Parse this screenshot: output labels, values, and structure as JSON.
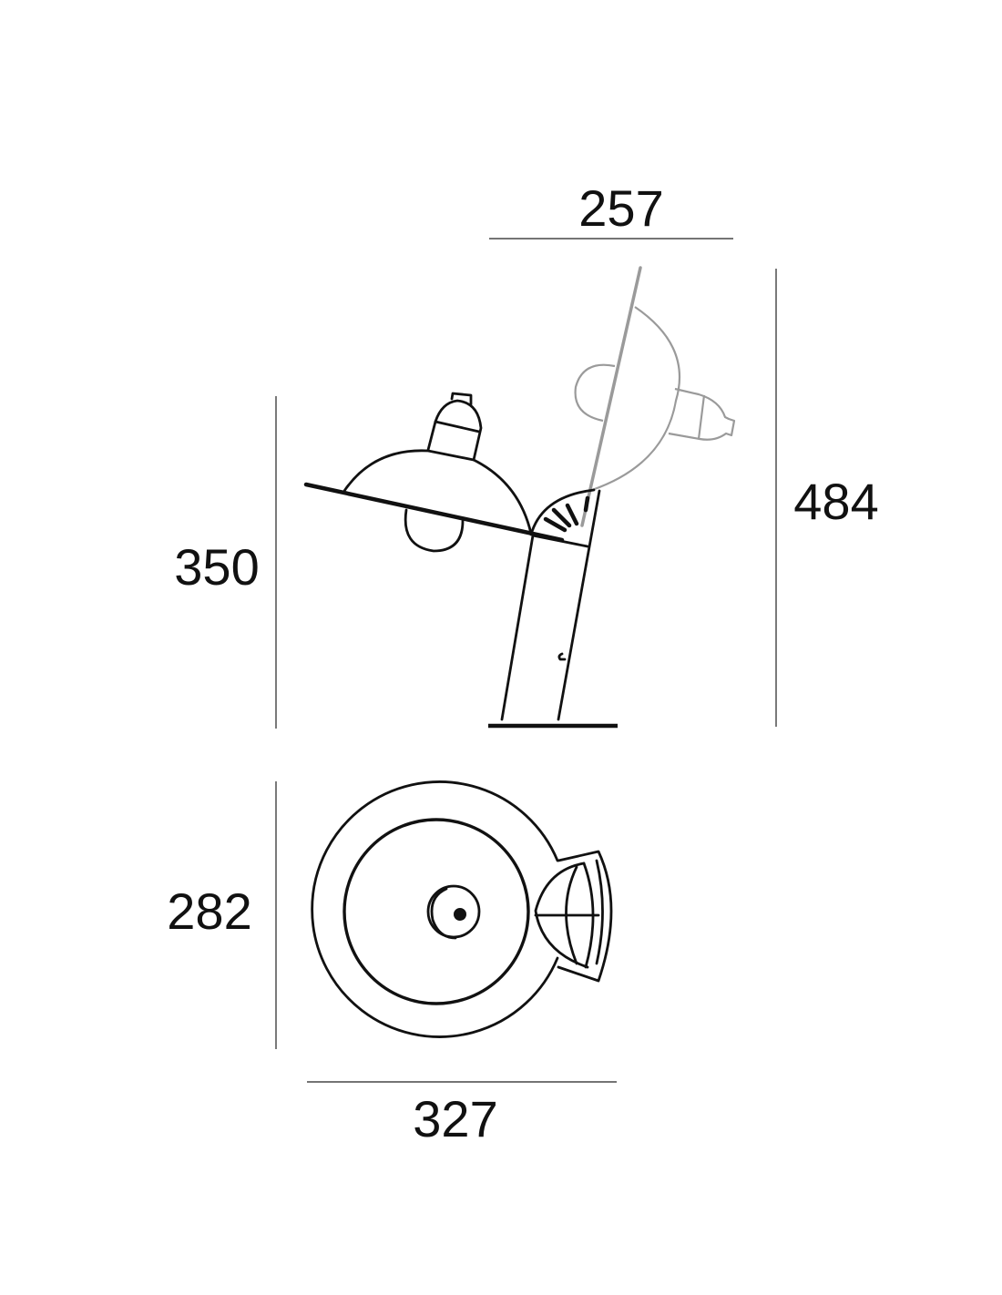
{
  "dimensions": {
    "shade_width": "257",
    "total_height": "484",
    "lamp_height": "350",
    "base_depth": "282",
    "base_width": "327"
  },
  "colors": {
    "line": "#111111",
    "alternate_position": "#9a9a9a"
  }
}
